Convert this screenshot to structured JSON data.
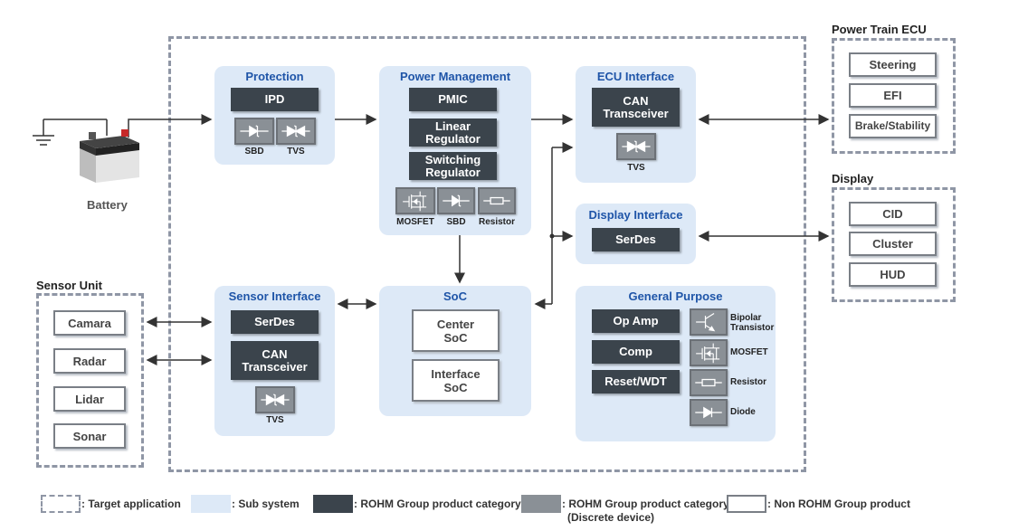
{
  "battery": {
    "label": "Battery"
  },
  "protection": {
    "title": "Protection",
    "ipd": "IPD",
    "sbd": "SBD",
    "tvs": "TVS"
  },
  "power_management": {
    "title": "Power Management",
    "pmic": "PMIC",
    "linear": "Linear Regulator",
    "switching": "Switching Regulator",
    "mosfet": "MOSFET",
    "sbd": "SBD",
    "resistor": "Resistor"
  },
  "ecu_interface": {
    "title": "ECU Interface",
    "can": "CAN Transceiver",
    "tvs": "TVS"
  },
  "display_interface": {
    "title": "Display Interface",
    "serdes": "SerDes"
  },
  "sensor_interface": {
    "title": "Sensor Interface",
    "serdes": "SerDes",
    "can": "CAN Transceiver",
    "tvs": "TVS"
  },
  "soc": {
    "title": "SoC",
    "center": "Center SoC",
    "interface": "Interface SoC"
  },
  "general_purpose": {
    "title": "General Purpose",
    "opamp": "Op Amp",
    "comp": "Comp",
    "reset": "Reset/WDT",
    "bipolar": "Bipolar Transistor",
    "mosfet": "MOSFET",
    "resistor": "Resistor",
    "diode": "Diode"
  },
  "power_train_ecu": {
    "title": "Power Train ECU",
    "items": [
      "Steering",
      "EFI",
      "Brake/Stability"
    ]
  },
  "display": {
    "title": "Display",
    "items": [
      "CID",
      "Cluster",
      "HUD"
    ]
  },
  "sensor_unit": {
    "title": "Sensor Unit",
    "items": [
      "Camara",
      "Radar",
      "Lidar",
      "Sonar"
    ]
  },
  "legend": {
    "target": ": Target application",
    "subsystem": ": Sub system",
    "rohm": ": ROHM Group product category",
    "rohm_discrete_1": ": ROHM Group product category",
    "rohm_discrete_2": "(Discrete device)",
    "non_rohm": ": Non ROHM Group product"
  },
  "colors": {
    "subsystem": "#dde9f7",
    "rohm": "#3b444c",
    "discrete": "#8a9096",
    "title_blue": "#1f55a8",
    "dashed": "#8f96a5"
  }
}
